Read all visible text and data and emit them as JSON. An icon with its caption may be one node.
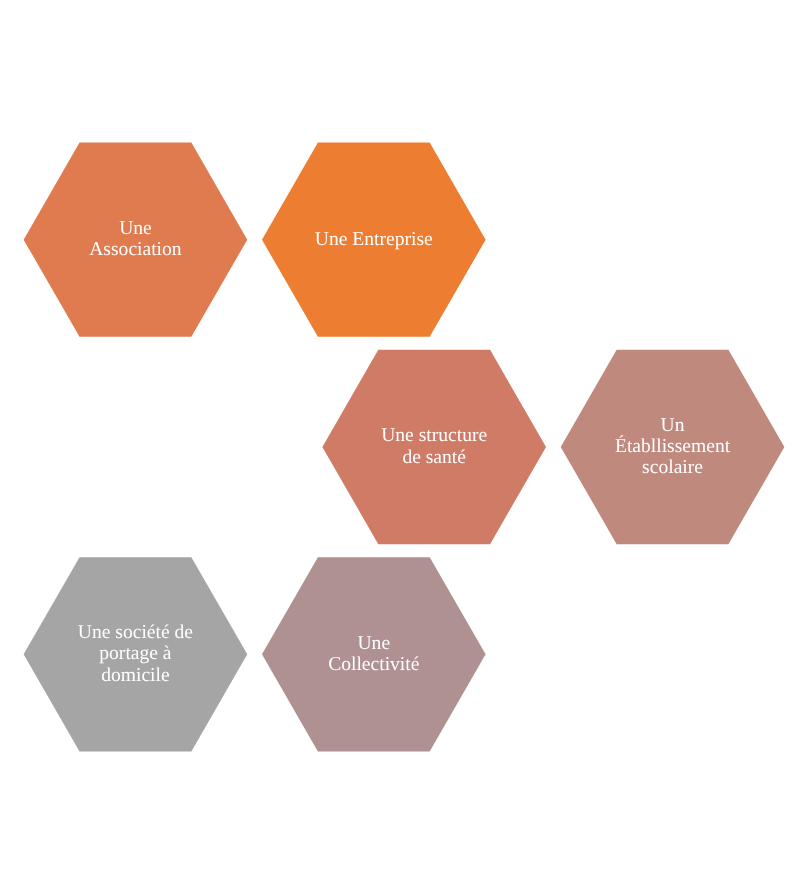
{
  "diagram": {
    "nodes": [
      {
        "text": [
          "Une Association"
        ]
      },
      {
        "text": [
          "Une Entreprise"
        ]
      },
      {
        "text": [
          "Une structure de santé"
        ]
      },
      {
        "text": [
          "Un Établlissement scolaire"
        ]
      },
      {
        "text": [
          "Une société de portage à domicile"
        ]
      },
      {
        "text": [
          "Une Collectivité"
        ]
      }
    ]
  }
}
